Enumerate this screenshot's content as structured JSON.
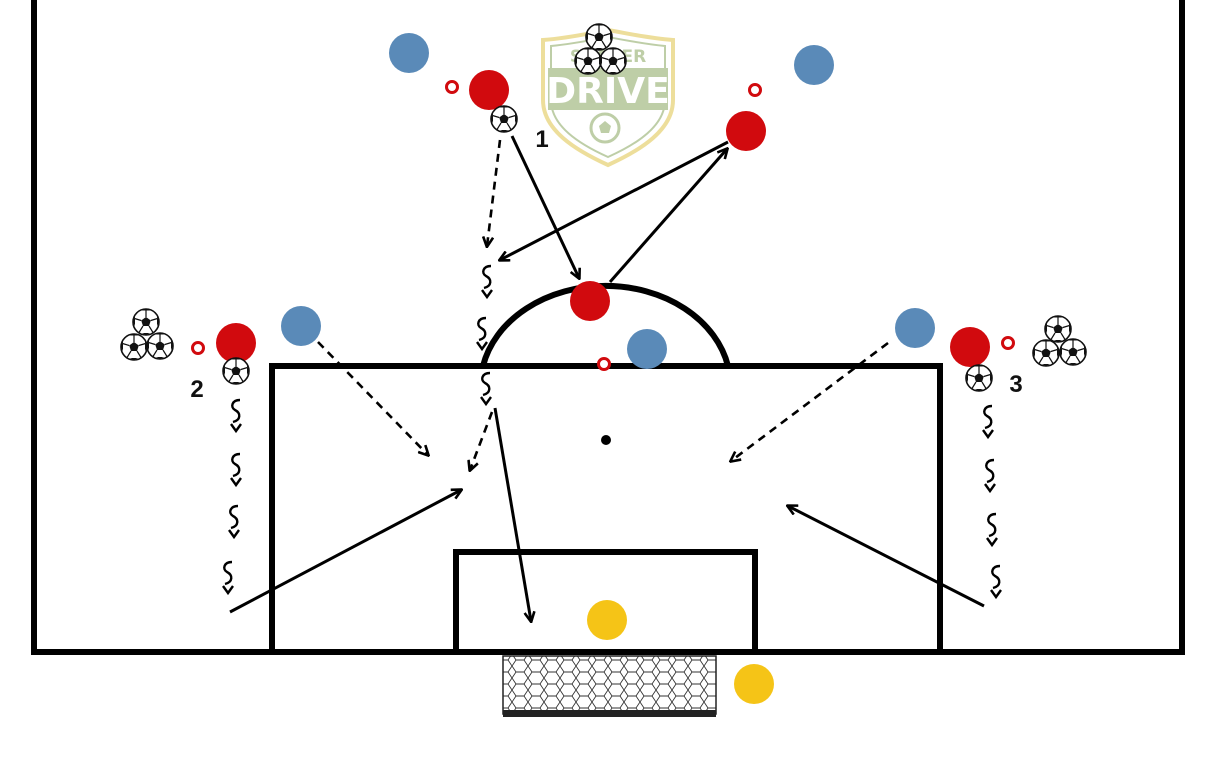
{
  "logo": {
    "top_text": "SOCCER",
    "main_text": "DRIVE"
  },
  "colors": {
    "attacker": "#d10a0e",
    "defender": "#5a8ab8",
    "goalkeeper": "#f5c417",
    "lines": "#000000",
    "logo_green": "#a9be8a",
    "logo_gold": "#e8d37a"
  },
  "labels": {
    "group1": "1",
    "group2": "2",
    "group3": "3"
  },
  "icons": [
    "soccer-ball-icon",
    "cone-icon",
    "goal-net"
  ]
}
